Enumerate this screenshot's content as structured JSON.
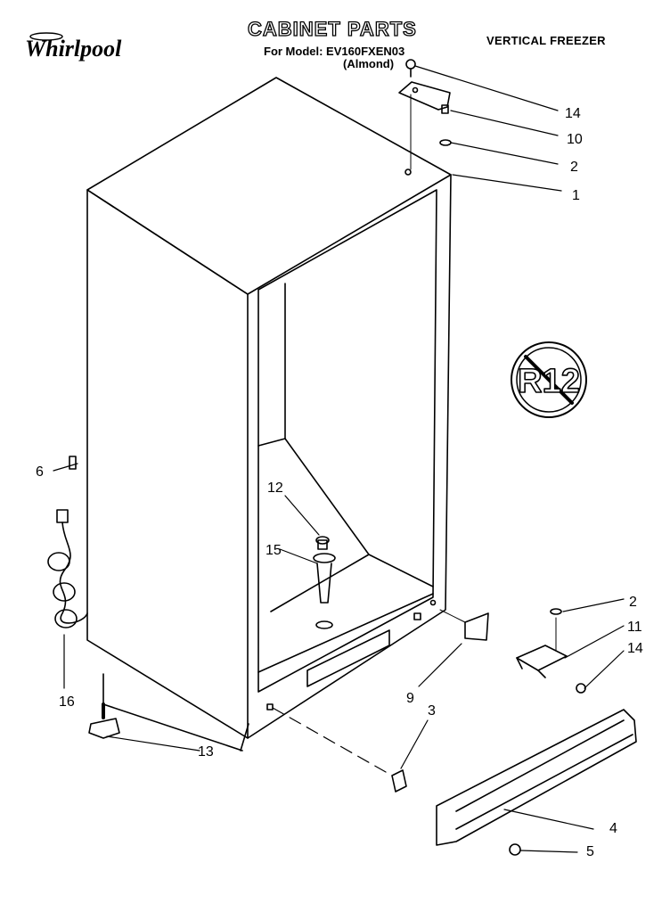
{
  "brand": "Whirlpool",
  "header": {
    "title": "CABINET PARTS",
    "model_line": "For Model: EV160FXEN03",
    "color_line": "(Almond)",
    "product": "VERTICAL FREEZER"
  },
  "badge": "R12",
  "callouts": {
    "c1": "1",
    "c2a": "2",
    "c2b": "2",
    "c3": "3",
    "c4": "4",
    "c5": "5",
    "c6": "6",
    "c9": "9",
    "c10": "10",
    "c11": "11",
    "c12": "12",
    "c13": "13",
    "c14a": "14",
    "c14b": "14",
    "c15": "15",
    "c16": "16"
  }
}
